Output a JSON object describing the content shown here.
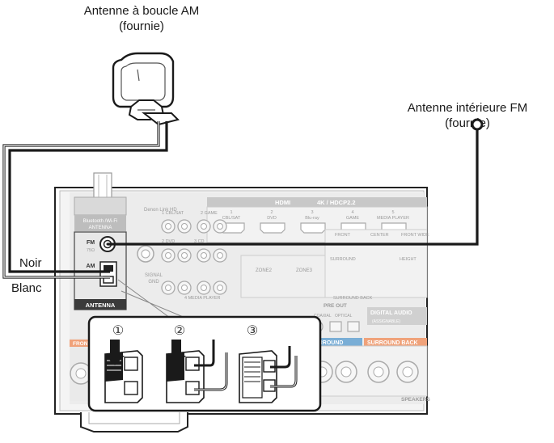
{
  "callouts": {
    "am_antenna": {
      "line1": "Antenne à boucle AM",
      "line2": "(fournie)"
    },
    "fm_antenna": {
      "line1": "Antenne intérieure FM",
      "line2": "(fournie)"
    },
    "wire_black": "Noir",
    "wire_white": "Blanc"
  },
  "panel": {
    "antenna_section": "ANTENNA",
    "bt_wifi_antenna_1": "Bluetooth /Wi-Fi",
    "bt_wifi_antenna_2": "ANTENNA",
    "fm_terminal": "FM",
    "fm_ohm": "75Ω",
    "am_terminal": "AM",
    "hdmi_header": "HDMI",
    "hdmi_4k": "4K / HDCP2.2",
    "hdmi_inputs": [
      "CBL/SAT",
      "DVD",
      "Blu-ray",
      "GAME",
      "MEDIA PLAYER"
    ],
    "hdmi_numbers": [
      "1",
      "2",
      "3",
      "4",
      "5"
    ],
    "denon_link": "Denon Link HD",
    "signal_gnd_1": "SIGNAL",
    "signal_gnd_2": "GND",
    "analog_inputs": [
      "1 CBL/SAT",
      "2 GAME",
      "2 DVD",
      "3 CD",
      "4 MEDIA PLAYER"
    ],
    "zones": [
      "ZONE2",
      "ZONE3"
    ],
    "pre_out": "PRE OUT",
    "preout_channels": [
      "FRONT",
      "CENTER",
      "FRONT WIDE",
      "SURROUND",
      "SURROUND BACK",
      "HEIGHT"
    ],
    "digital_audio": "DIGITAL AUDIO",
    "digital_sub": "(ASSIGNABLE)",
    "optical": "OPTICAL",
    "coaxial": "COAXIAL",
    "speaker_surround": "SURROUND",
    "speaker_surround_back": "SURROUND BACK",
    "speakers": "SPEAKERS",
    "front_speaker": "FRONT"
  },
  "steps": [
    "①",
    "②",
    "③"
  ],
  "colors": {
    "cable": "#1a1a1a",
    "panel_face": "#e3e3e3",
    "panel_dark": "#2b2b2b",
    "callout_box": "#1a1a1a",
    "surround_blue": "#7aaed6",
    "surround_back_orange": "#f0a27a"
  }
}
